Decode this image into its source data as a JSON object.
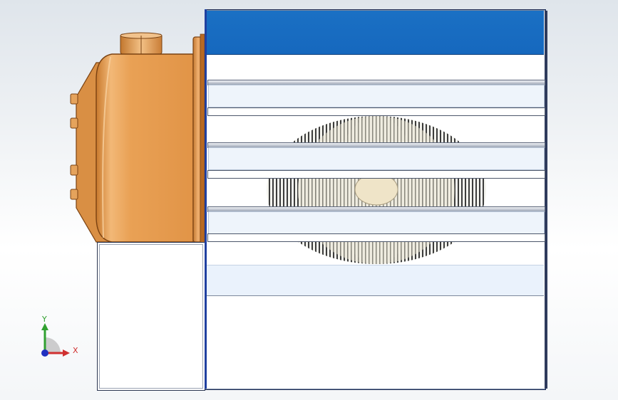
{
  "viewport": {
    "background_top": "#dfe5eb",
    "background_bottom": "#ffffff"
  },
  "model": {
    "cabinet_face_color": "#ffffff",
    "cabinet_band_color": "#1a70c4",
    "motor_body_color": "#e8a050",
    "motor_edge_color": "#8a4a14",
    "louver_panel_color": "#eef4fb",
    "louver_count": 3
  },
  "triad": {
    "x_label": "X",
    "y_label": "Y",
    "x_color": "#d03030",
    "y_color": "#30a030",
    "origin_color": "#2030c0"
  }
}
